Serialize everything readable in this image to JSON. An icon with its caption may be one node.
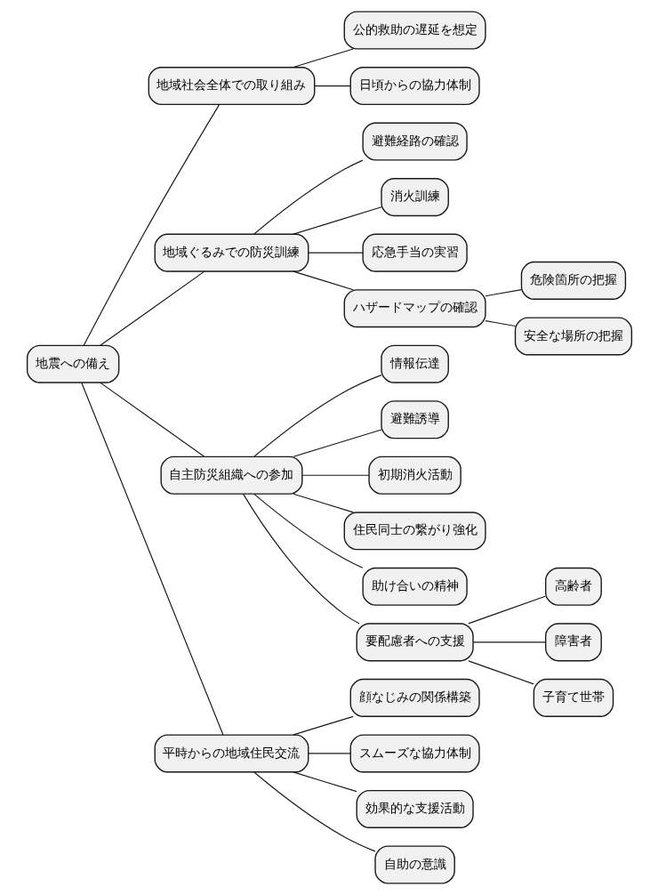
{
  "diagram": {
    "nodes": [
      {
        "text": [
          "地震への備え"
        ]
      },
      {
        "text": [
          "地域社会全体での取り組み"
        ]
      },
      {
        "text": [
          "公的救助の遅延を想定"
        ]
      },
      {
        "text": [
          "日頃からの協力体制"
        ]
      },
      {
        "text": [
          "地域ぐるみでの防災訓練"
        ]
      },
      {
        "text": [
          "避難経路の確認"
        ]
      },
      {
        "text": [
          "消火訓練"
        ]
      },
      {
        "text": [
          "応急手当の実習"
        ]
      },
      {
        "text": [
          "ハザードマップの確認"
        ]
      },
      {
        "text": [
          "危険箇所の把握"
        ]
      },
      {
        "text": [
          "安全な場所の把握"
        ]
      },
      {
        "text": [
          "自主防災組織への参加"
        ]
      },
      {
        "text": [
          "情報伝達"
        ]
      },
      {
        "text": [
          "避難誘導"
        ]
      },
      {
        "text": [
          "初期消火活動"
        ]
      },
      {
        "text": [
          "住民同士の繋がり強化"
        ]
      },
      {
        "text": [
          "助け合いの精神"
        ]
      },
      {
        "text": [
          "要配慮者への支援"
        ]
      },
      {
        "text": [
          "高齢者"
        ]
      },
      {
        "text": [
          "障害者"
        ]
      },
      {
        "text": [
          "子育て世帯"
        ]
      },
      {
        "text": [
          "平時からの地域住民交流"
        ]
      },
      {
        "text": [
          "顔なじみの関係構築"
        ]
      },
      {
        "text": [
          "スムーズな協力体制"
        ]
      },
      {
        "text": [
          "効果的な支援活動"
        ]
      },
      {
        "text": [
          "自助の意識"
        ]
      }
    ],
    "edges": [
      {
        "from": 0,
        "to": 1,
        "arrow": "none"
      },
      {
        "from": 1,
        "to": 2,
        "arrow": "none"
      },
      {
        "from": 1,
        "to": 3,
        "arrow": "none"
      },
      {
        "from": 0,
        "to": 4,
        "arrow": "none"
      },
      {
        "from": 4,
        "to": 5,
        "arrow": "none"
      },
      {
        "from": 4,
        "to": 6,
        "arrow": "none"
      },
      {
        "from": 4,
        "to": 7,
        "arrow": "none"
      },
      {
        "from": 4,
        "to": 8,
        "arrow": "none"
      },
      {
        "from": 8,
        "to": 9,
        "arrow": "none"
      },
      {
        "from": 8,
        "to": 10,
        "arrow": "none"
      },
      {
        "from": 0,
        "to": 11,
        "arrow": "none"
      },
      {
        "from": 11,
        "to": 12,
        "arrow": "none"
      },
      {
        "from": 11,
        "to": 13,
        "arrow": "none"
      },
      {
        "from": 11,
        "to": 14,
        "arrow": "none"
      },
      {
        "from": 11,
        "to": 15,
        "arrow": "none"
      },
      {
        "from": 11,
        "to": 16,
        "arrow": "none"
      },
      {
        "from": 11,
        "to": 17,
        "arrow": "none"
      },
      {
        "from": 17,
        "to": 18,
        "arrow": "none"
      },
      {
        "from": 17,
        "to": 19,
        "arrow": "none"
      },
      {
        "from": 17,
        "to": 20,
        "arrow": "none"
      },
      {
        "from": 0,
        "to": 21,
        "arrow": "none"
      },
      {
        "from": 21,
        "to": 22,
        "arrow": "none"
      },
      {
        "from": 21,
        "to": 23,
        "arrow": "none"
      },
      {
        "from": 21,
        "to": 24,
        "arrow": "none"
      },
      {
        "from": 21,
        "to": 25,
        "arrow": "none"
      }
    ]
  }
}
